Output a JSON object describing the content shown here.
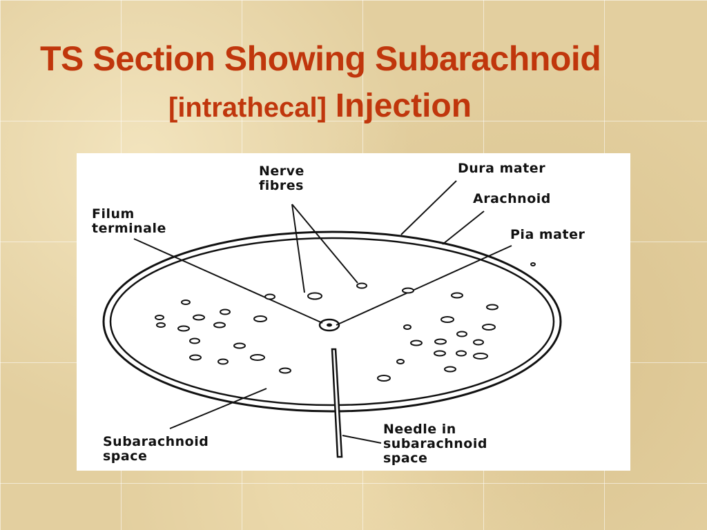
{
  "title": {
    "line1": "TS Section Showing Subarachnoid",
    "line2_part1": "[intrathecal]",
    "line2_part2": "Injection"
  },
  "diagram": {
    "labels": {
      "nerve_fibres": "Nerve\nfibres",
      "dura_mater": "Dura mater",
      "arachnoid": "Arachnoid",
      "pia_mater": "Pia mater",
      "filum_terminale": "Filum\nterminale",
      "subarachnoid_space": "Subarachnoid\nspace",
      "needle": "Needle in\nsubarachnoid\nspace"
    }
  }
}
